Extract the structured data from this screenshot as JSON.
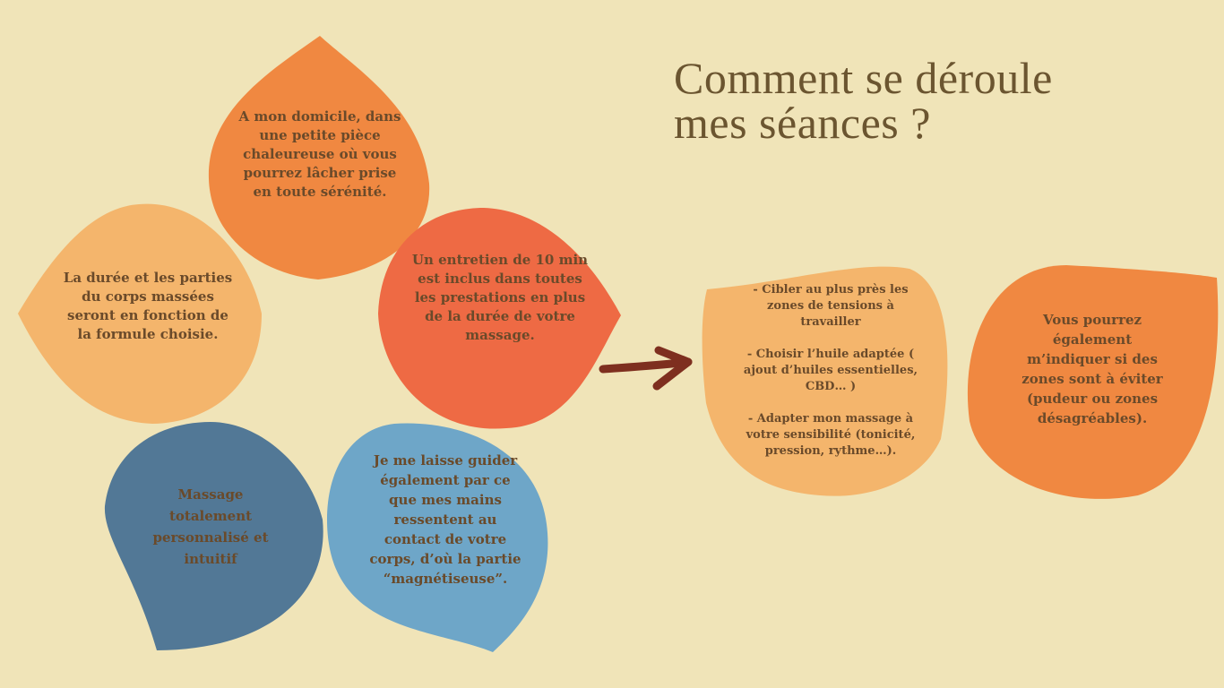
{
  "title": {
    "line1": "Comment se déroule",
    "line2": "mes séances ?"
  },
  "colors": {
    "background": "#f0e4b8",
    "orange": "#f08841",
    "light_orange": "#f4b56c",
    "red_orange": "#ee6a44",
    "dark_blue": "#527896",
    "light_blue": "#6ea6c8",
    "arrow": "#7e2f1f",
    "text": "#6a4a2a",
    "title": "#6b5530"
  },
  "petals": {
    "top": "A mon domicile, dans une petite pièce chaleureuse où vous pourrez lâcher prise en toute sérénité.",
    "left": "La durée et les parties du corps massées seront en fonction de la formule choisie.",
    "right": "Un entretien de 10 min est inclus dans toutes les prestations en plus de la durée de votre massage.",
    "bottom_left": "Massage totalement personnalisé et intuitif",
    "bottom_right": "Je me laisse guider également par ce que mes mains ressentent au contact de votre corps, d’où la partie “magnétiseuse”."
  },
  "details": {
    "items": [
      "- Cibler au plus près les zones de tensions à travailler",
      "- Choisir l’huile adaptée ( ajout d’huiles essentielles, CBD… )",
      "- Adapter mon massage à votre sensibilité (tonicité, pression, rythme…)."
    ]
  },
  "note": "Vous pourrez également m’indiquer si des zones sont à éviter (pudeur ou zones désagréables)."
}
